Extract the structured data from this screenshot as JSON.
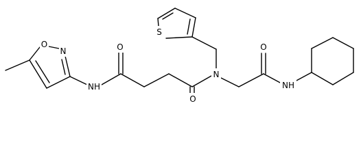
{
  "structure": {
    "atom_labels": {
      "isoxazole_o": "O",
      "isoxazole_n": "N",
      "amide1_o": "O",
      "amide1_nh": "NH",
      "amide2_o": "O",
      "tertiary_n": "N",
      "thiophene_s": "S",
      "amide3_o": "O",
      "amide3_nh": "NH"
    }
  }
}
